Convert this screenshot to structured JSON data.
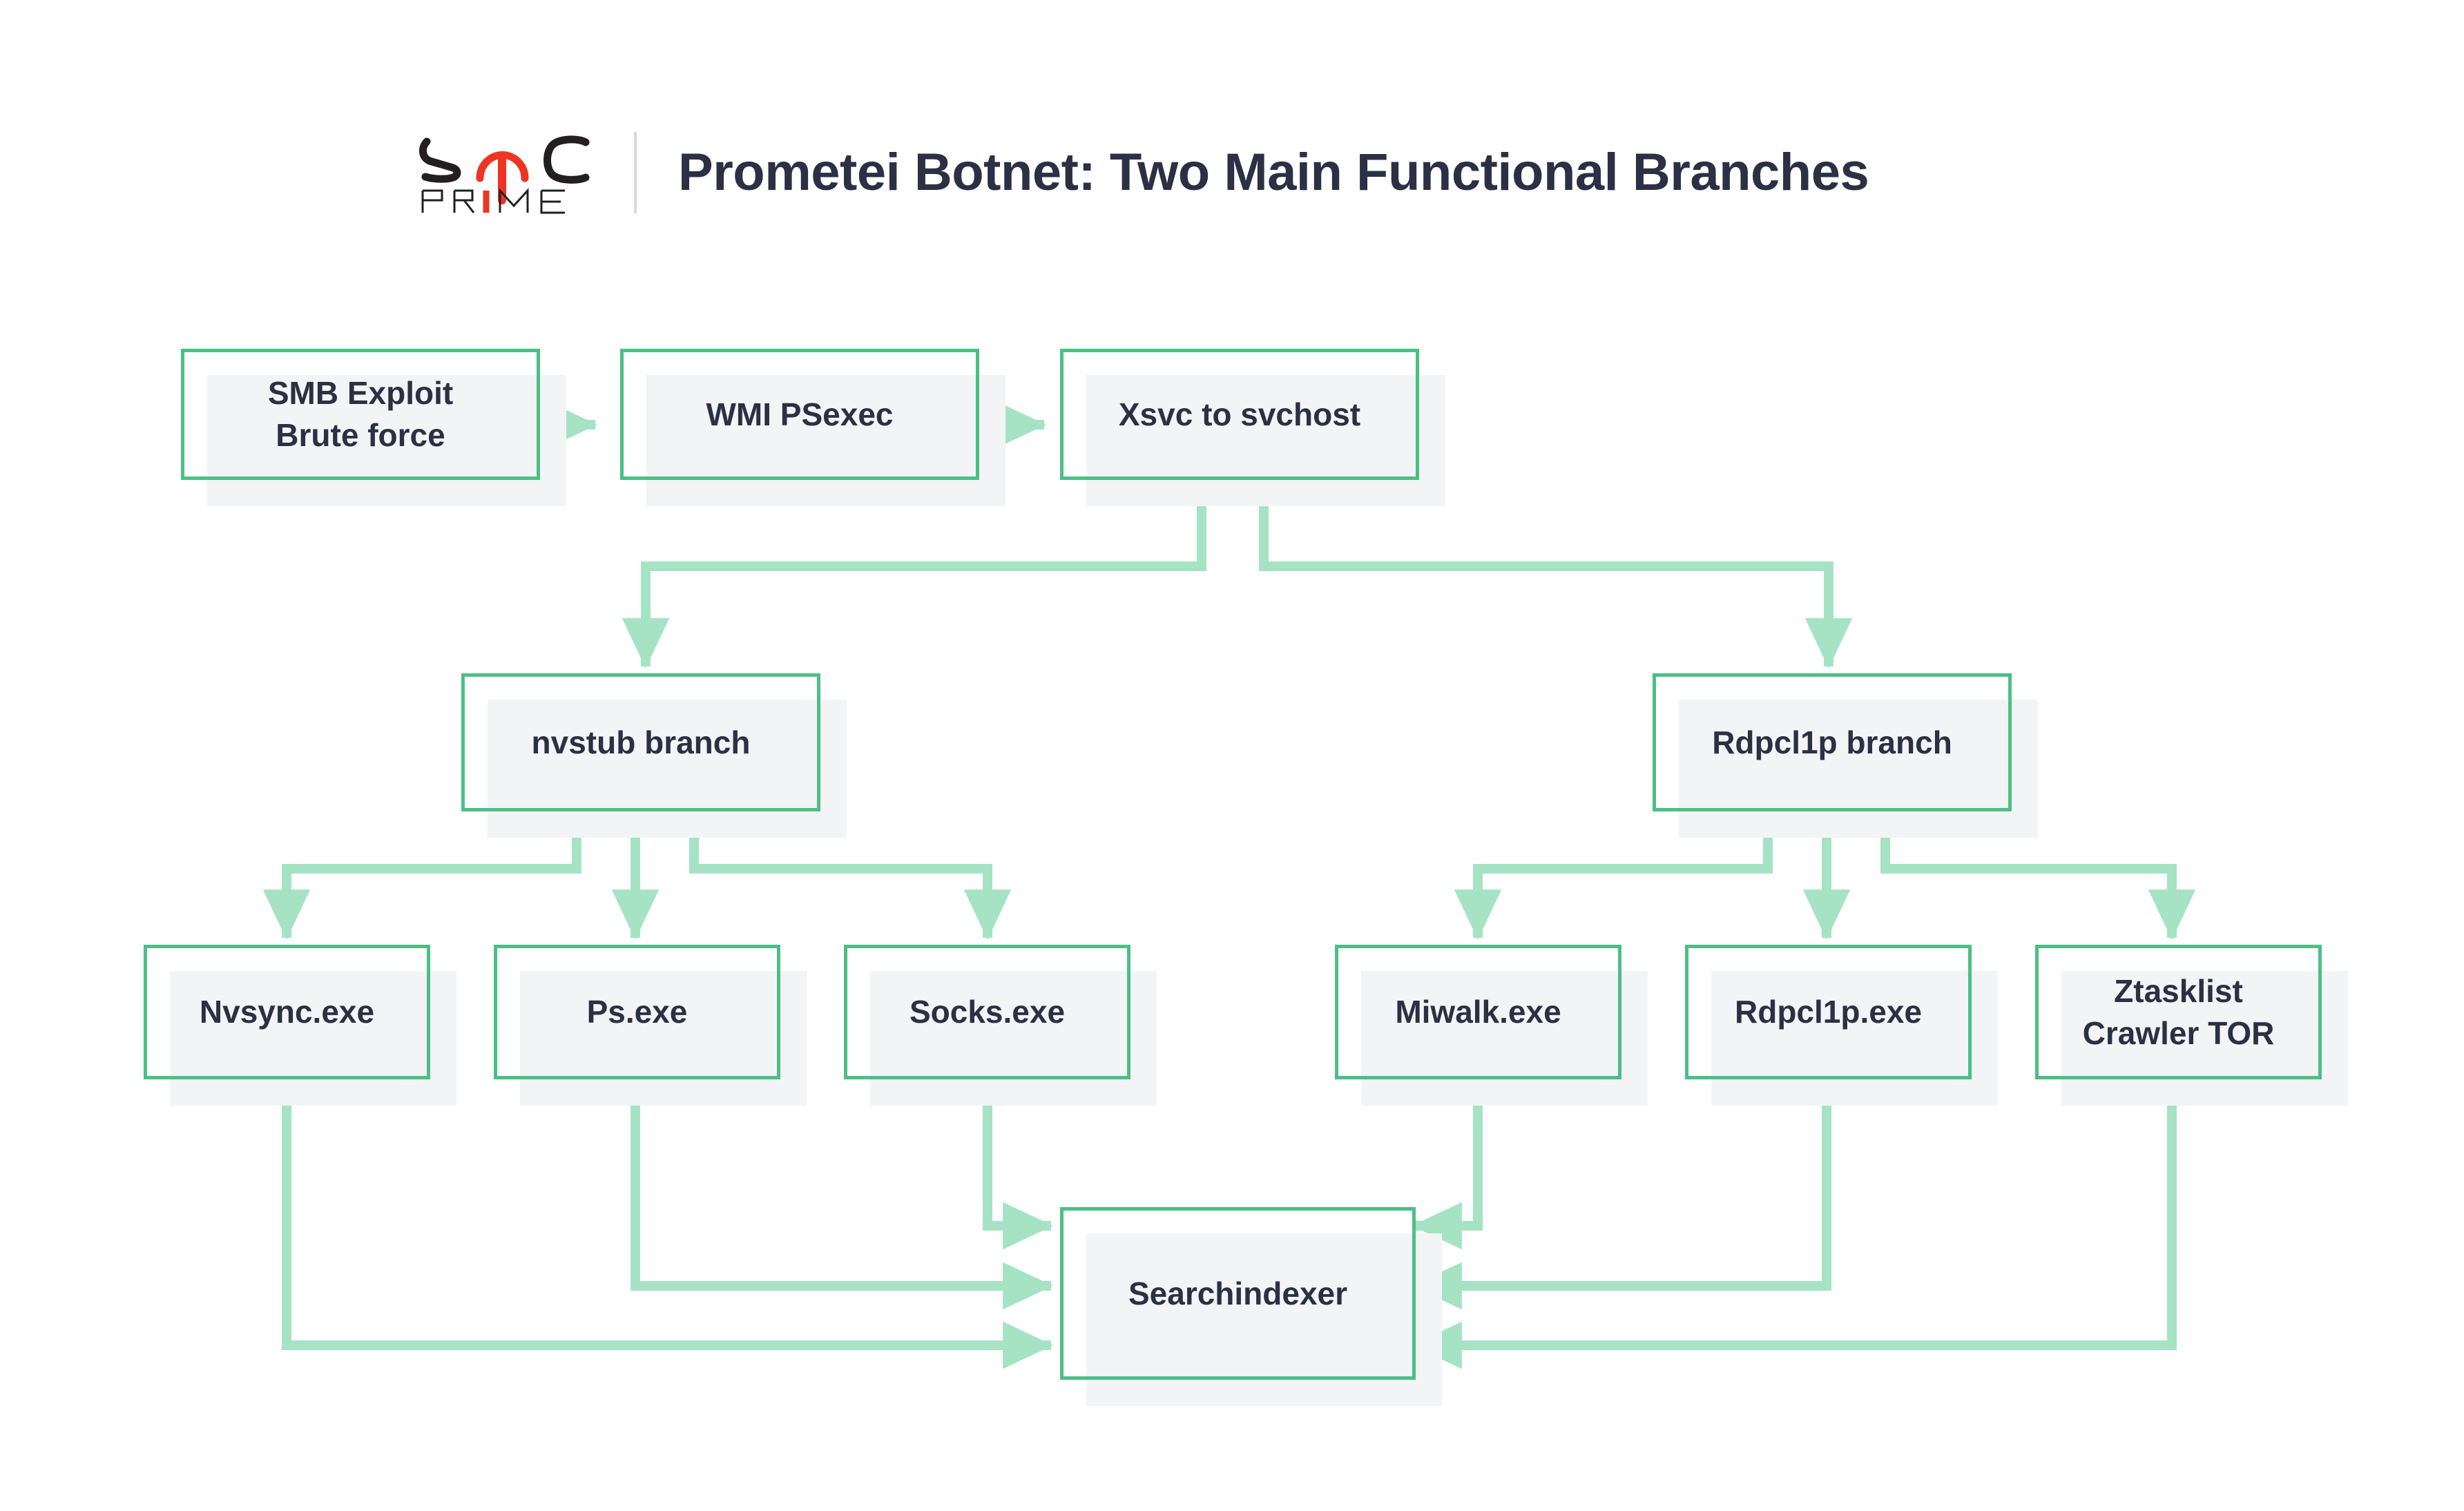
{
  "header": {
    "logo_name": "soc-prime-logo",
    "logo_text_top": "SOC",
    "logo_text_bottom": "PRIME",
    "title": "Prometei Botnet: Two Main Functional Branches"
  },
  "colors": {
    "node_border": "#4cbf85",
    "node_fill": "#f3f4f6",
    "connector": "#a5e3c4",
    "text": "#2b3044",
    "logo_red": "#ee3524",
    "logo_dark": "#231f20",
    "background": "#ffffff"
  },
  "nodes": {
    "smb_exploit": "SMB Exploit\nBrute force",
    "wmi_psexec": "WMI PSexec",
    "xsvc": "Xsvc to svchost",
    "nvstub_branch": "nvstub branch",
    "rdpcl1p_branch": "Rdpcl1p branch",
    "nvsync": "Nvsync.exe",
    "ps": "Ps.exe",
    "socks": "Socks.exe",
    "miwalk": "Miwalk.exe",
    "rdpcl1p_exe": "Rdpcl1p.exe",
    "ztasklist": "Ztasklist\nCrawler TOR",
    "searchindexer": "Searchindexer"
  },
  "diagram": {
    "type": "flowchart",
    "edges": [
      {
        "from": "smb_exploit",
        "to": "wmi_psexec"
      },
      {
        "from": "wmi_psexec",
        "to": "xsvc"
      },
      {
        "from": "xsvc",
        "to": "nvstub_branch"
      },
      {
        "from": "xsvc",
        "to": "rdpcl1p_branch"
      },
      {
        "from": "nvstub_branch",
        "to": "nvsync"
      },
      {
        "from": "nvstub_branch",
        "to": "ps"
      },
      {
        "from": "nvstub_branch",
        "to": "socks"
      },
      {
        "from": "rdpcl1p_branch",
        "to": "miwalk"
      },
      {
        "from": "rdpcl1p_branch",
        "to": "rdpcl1p_exe"
      },
      {
        "from": "rdpcl1p_branch",
        "to": "ztasklist"
      },
      {
        "from": "nvsync",
        "to": "searchindexer"
      },
      {
        "from": "ps",
        "to": "searchindexer"
      },
      {
        "from": "socks",
        "to": "searchindexer"
      },
      {
        "from": "miwalk",
        "to": "searchindexer"
      },
      {
        "from": "rdpcl1p_exe",
        "to": "searchindexer"
      },
      {
        "from": "ztasklist",
        "to": "searchindexer"
      }
    ]
  }
}
